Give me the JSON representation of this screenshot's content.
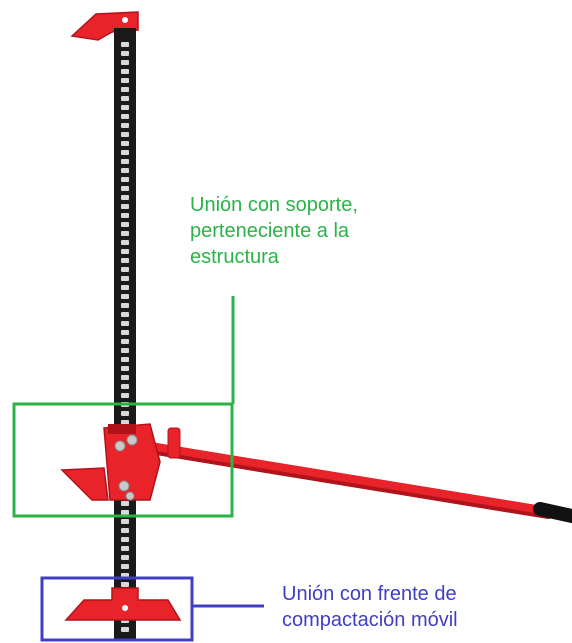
{
  "colors": {
    "jack_red": "#e8232a",
    "jack_red_dark": "#b0141a",
    "bar_black": "#1a1a1a",
    "highlight_green": "#2bb348",
    "highlight_blue": "#3f3fc4"
  },
  "annotations": {
    "support_joint": {
      "lines": [
        "Unión con soporte,",
        "perteneciente a la",
        "estructura"
      ],
      "color": "#2bb348"
    },
    "mobile_front_joint": {
      "lines": [
        "Unión con frente de",
        "compactación  móvil"
      ],
      "color": "#3f3fc4"
    }
  }
}
